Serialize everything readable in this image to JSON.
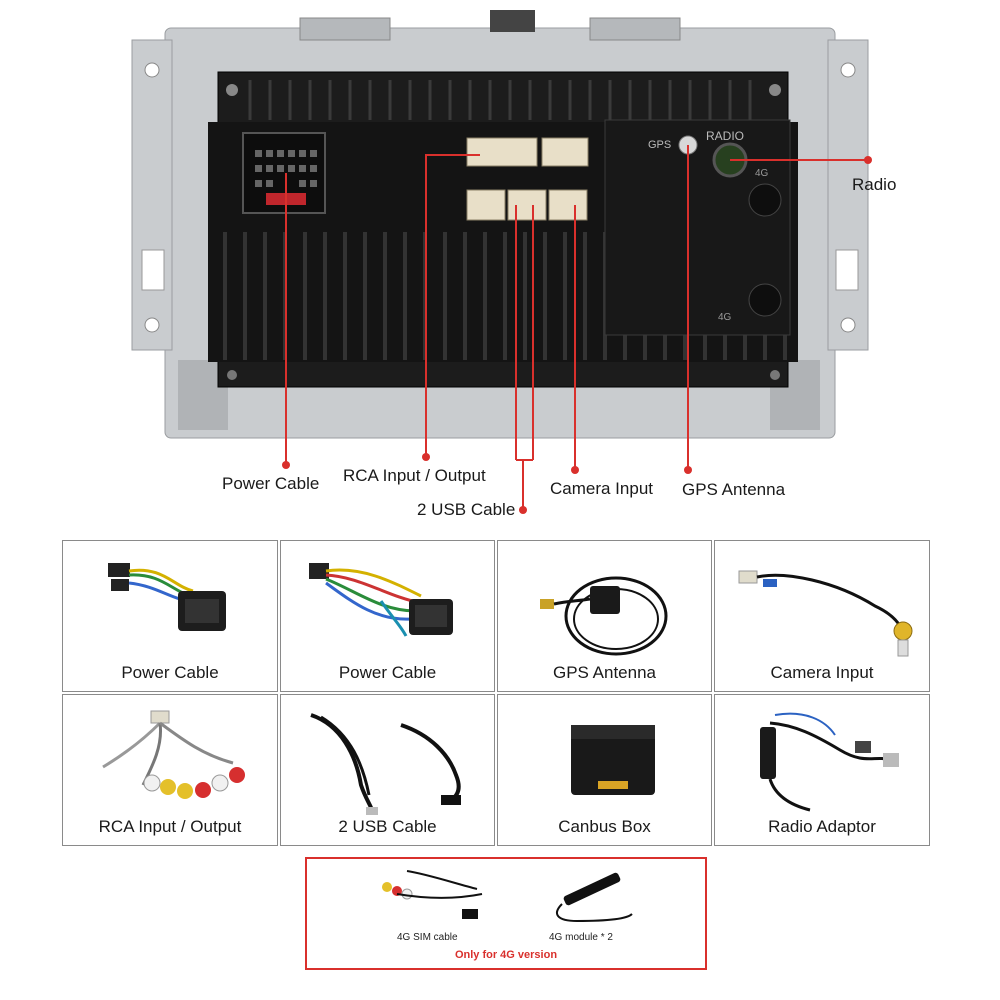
{
  "callouts": {
    "radio": "Radio",
    "power_cable": "Power Cable",
    "rca": "RCA Input / Output",
    "usb": "2 USB Cable",
    "camera": "Camera Input",
    "gps": "GPS Antenna"
  },
  "unit_labels": {
    "gps": "GPS",
    "radio": "RADIO",
    "fourg_top": "4G",
    "fourg_bottom": "4G"
  },
  "accessories": [
    {
      "label": "Power Cable",
      "icon": "power-harness-icon"
    },
    {
      "label": "Power Cable",
      "icon": "power-harness-multi-icon"
    },
    {
      "label": "GPS Antenna",
      "icon": "gps-antenna-icon"
    },
    {
      "label": "Camera Input",
      "icon": "camera-cable-icon"
    },
    {
      "label": "RCA Input / Output",
      "icon": "rca-cable-icon"
    },
    {
      "label": "2 USB Cable",
      "icon": "usb-cable-icon"
    },
    {
      "label": "Canbus Box",
      "icon": "canbus-box-icon"
    },
    {
      "label": "Radio Adaptor",
      "icon": "radio-adaptor-icon"
    }
  ],
  "kit": {
    "sim_label": "4G SIM cable",
    "module_label": "4G module * 2",
    "note": "Only for 4G version"
  },
  "colors": {
    "callout_red": "#d9302c",
    "unit_black": "#1c1c1c",
    "bracket_gray": "#c9cccf"
  }
}
